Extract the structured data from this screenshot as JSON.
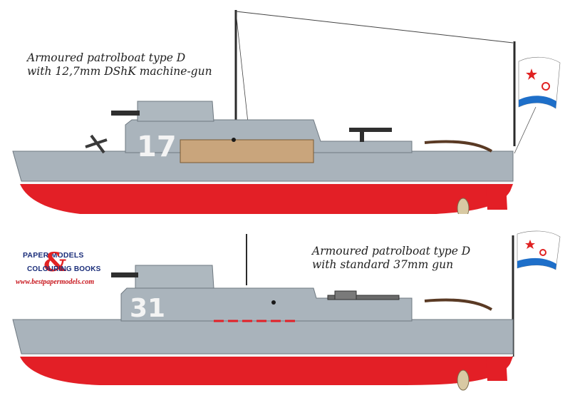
{
  "boats": [
    {
      "caption_line1": "Armoured patrolboat type D",
      "caption_line2": "with 12,7mm DShK machine-gun",
      "hull_number": "17"
    },
    {
      "caption_line1": "Armoured patrolboat type D",
      "caption_line2": "with standard 37mm gun",
      "hull_number": "31"
    }
  ],
  "logo": {
    "line1": "PAPER MODELS",
    "ampersand": "&",
    "line2": "COLOURING BOOKS",
    "url": "www.bestpapermodels.com"
  },
  "colors": {
    "hull_grey": "#a9b3bb",
    "waterline_red": "#e31f26",
    "deck_wood": "#c9a57c",
    "flag_blue": "#1e6fc9",
    "flag_red": "#e02222"
  }
}
